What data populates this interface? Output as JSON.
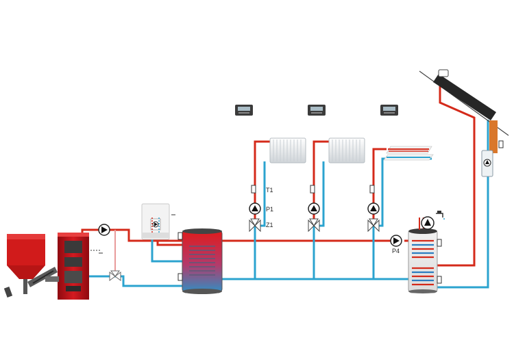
{
  "labels": {
    "t1": "T1",
    "p1": "P1",
    "z1": "Z1",
    "p4": "P4"
  },
  "colors": {
    "hot_pipe": "#d42a1a",
    "cold_pipe": "#2ba3cf",
    "boiler_red": "#c8121a",
    "tank_cold": "#2f8fc4",
    "controller": "#3b3b3b",
    "solar_panel": "#262626",
    "copper": "#d9772b"
  },
  "icons": [
    "pellet-hopper-icon",
    "pellet-boiler-icon",
    "gas-boiler-icon",
    "buffer-tank-icon",
    "dhw-tank-icon",
    "radiator-icon",
    "floor-heating-icon",
    "circulation-pump-icon",
    "mixing-valve-icon",
    "room-controller-icon",
    "solar-collector-icon",
    "sensor-icon",
    "tap-icon"
  ]
}
